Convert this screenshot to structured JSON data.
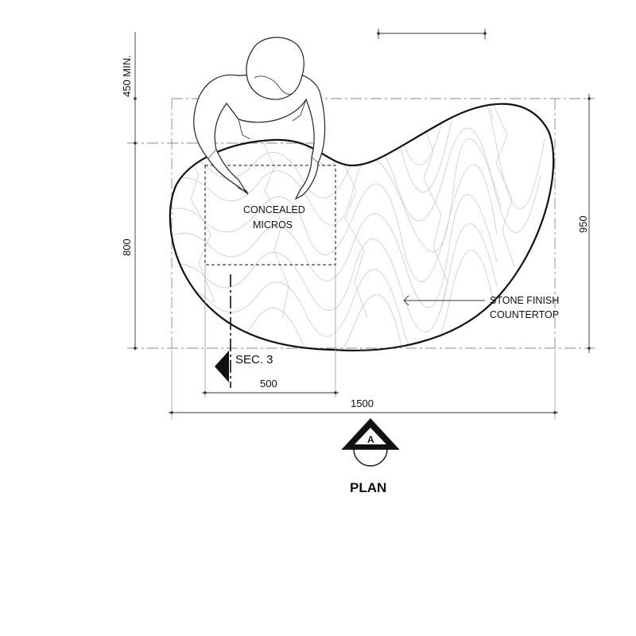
{
  "drawing": {
    "title": "PLAN",
    "section_marker": {
      "letter": "A"
    },
    "section_cut": {
      "label": "SEC. 3"
    },
    "dimensions": {
      "clearance_label": "450 MIN.",
      "depth_label": "800",
      "overall_depth_label": "950",
      "micros_width_label": "500",
      "overall_width_label": "1500"
    },
    "annotations": {
      "concealed_line1": "CONCEALED",
      "concealed_line2": "MICROS",
      "stone_line1": "STONE FINISH",
      "stone_line2": "COUNTERTOP"
    }
  }
}
